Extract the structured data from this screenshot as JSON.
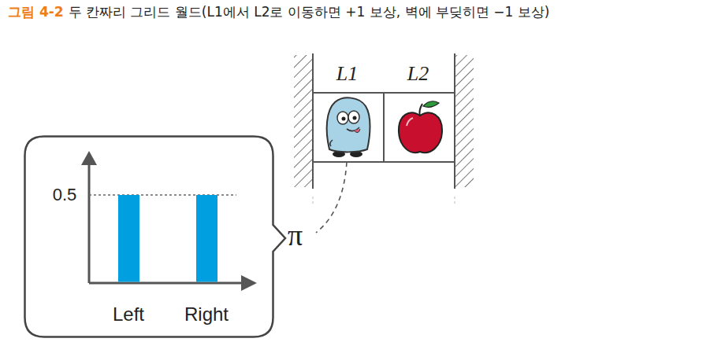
{
  "diagram": {
    "title": "그림 4-2",
    "caption": "두 칸짜리 그리드 월드(L1에서 L2로 이동하면 +1 보상, 벽에 부딪히면 −1 보상)",
    "nodes": [
      {
        "text": [
          "L1"
        ]
      },
      {
        "text": [
          "L2"
        ]
      },
      {
        "text": [
          "0.5",
          "Left",
          "Right"
        ]
      }
    ],
    "labels": [
      "π"
    ]
  }
}
